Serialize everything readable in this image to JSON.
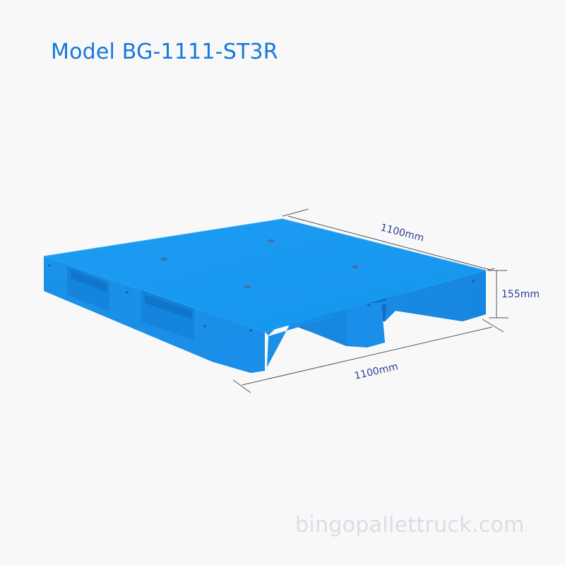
{
  "header": {
    "title": "Model BG-1111-ST3R"
  },
  "product": {
    "name": "plastic pallet",
    "color": "#1a9af0",
    "dimensions": {
      "length_label": "1100mm",
      "width_label": "1100mm",
      "height_label": "155mm"
    }
  },
  "footer": {
    "watermark": "bingopallettruck.com"
  },
  "colors": {
    "title": "#1478dc",
    "dimension_text": "#2a3f9a",
    "dimension_line": "#555555",
    "watermark": "#dadde8",
    "background": "#f8f8f8"
  }
}
